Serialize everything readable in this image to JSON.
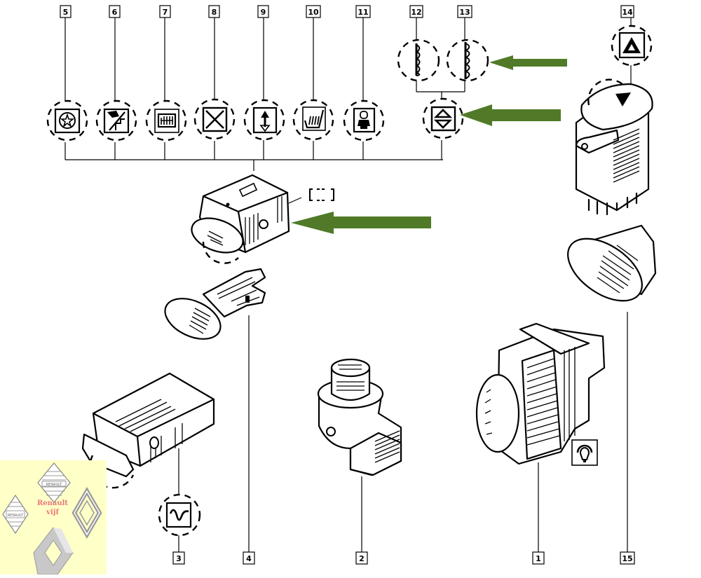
{
  "diagram": {
    "title": "Renault switch parts exploded view",
    "accent_color": "#507a28",
    "logo_panel_color": "#ffffc8",
    "callouts": [
      {
        "number": "1",
        "part": "window-winder-switch",
        "icon": "lamp-icon"
      },
      {
        "number": "2",
        "part": "mirror-adjust-switch"
      },
      {
        "number": "3",
        "part": "rectangular-switch",
        "icon": "signal-dip-icon"
      },
      {
        "number": "4",
        "part": "blank-switch-cover"
      },
      {
        "number": "5",
        "part": "switch-symbol",
        "icon": "fan-icon"
      },
      {
        "number": "6",
        "part": "switch-symbol",
        "icon": "crossed-wiper-icon"
      },
      {
        "number": "7",
        "part": "switch-symbol",
        "icon": "rear-demist-icon"
      },
      {
        "number": "8",
        "part": "switch-symbol",
        "icon": "blank-cross-icon"
      },
      {
        "number": "9",
        "part": "switch-symbol",
        "icon": "up-down-arrow-icon"
      },
      {
        "number": "10",
        "part": "switch-symbol",
        "icon": "heated-seat-icon"
      },
      {
        "number": "11",
        "part": "switch-symbol",
        "icon": "child-lock-icon"
      },
      {
        "number": "12",
        "part": "switch-symbol",
        "icon": "sunroof-left-icon"
      },
      {
        "number": "13",
        "part": "switch-symbol",
        "icon": "sunroof-right-icon"
      },
      {
        "number": "14",
        "part": "hazard-switch",
        "icon": "hazard-triangle-icon"
      },
      {
        "number": "15",
        "part": "oval-cover-cap"
      }
    ]
  },
  "logo": {
    "caption_line1": "Renault",
    "caption_line2": "vijf",
    "badge_text": "RENAULT"
  }
}
